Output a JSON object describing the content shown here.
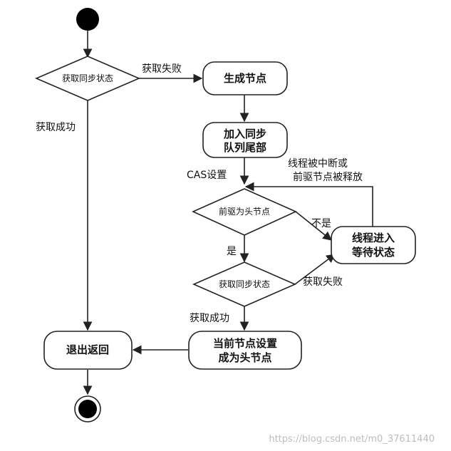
{
  "nodes": {
    "generate_node": [
      "生成节点"
    ],
    "join_queue": [
      "加入同步",
      "队列尾部"
    ],
    "thread_wait": [
      "线程进入",
      "等待状态"
    ],
    "set_head": [
      "当前节点设置",
      "成为头节点"
    ],
    "exit_return": [
      "退出返回"
    ],
    "decision_acquire_1": [
      "获取同步状态"
    ],
    "decision_prev_head": [
      "前驱为头节点"
    ],
    "decision_acquire_2": [
      "获取同步状态"
    ]
  },
  "edges": {
    "fail_1": [
      "获取失败"
    ],
    "success_1": [
      "获取成功"
    ],
    "cas_set": [
      "CAS设置"
    ],
    "interrupted": [
      "线程被中断或",
      "前驱节点被释放"
    ],
    "not_head": [
      "不是"
    ],
    "yes_head": [
      "是"
    ],
    "fail_2": [
      "获取失败"
    ],
    "success_2": [
      "获取成功"
    ]
  },
  "watermark": "https://blog.csdn.net/m0_37611440"
}
